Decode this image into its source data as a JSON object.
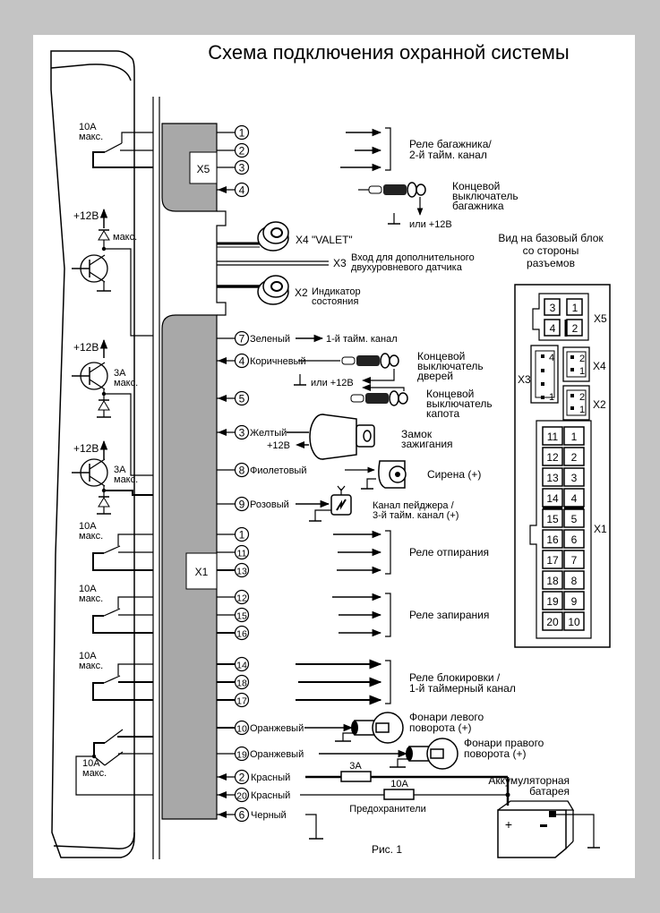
{
  "title": "Схема подключения охранной системы",
  "figure_caption": "Рис. 1",
  "colors": {
    "background": "#c4c4c4",
    "sheet": "#ffffff",
    "block": "#a8a8a8",
    "ink": "#000000"
  },
  "connector_x5": {
    "label": "X5",
    "pins": [
      "1",
      "2",
      "3",
      "4"
    ],
    "target": "Реле багажника/\n2-й тайм. канал",
    "target_lines": [
      "Реле багажника/",
      "2-й тайм. канал"
    ],
    "switch_lines": [
      "Концевой",
      "выключатель",
      "багажника"
    ],
    "ground_or": "или +12В"
  },
  "relay_rating": [
    "10A",
    "макс."
  ],
  "transistor": {
    "plus": "+12В",
    "max": "макс.",
    "rating": [
      "3A",
      "макс."
    ]
  },
  "x4": {
    "label": "X4 \"VALET\""
  },
  "x3": {
    "label": "X3",
    "text_lines": [
      "Вход для дополнительного",
      "двухуровневого датчика"
    ]
  },
  "x2": {
    "label": "X2",
    "text_lines": [
      "Индикатор",
      "состояния"
    ]
  },
  "base_view": {
    "caption_lines": [
      "Вид на базовый блок",
      "со стороны",
      "разъемов"
    ],
    "x5_label": "X5",
    "x5_pins": [
      "3",
      "1",
      "4",
      "2"
    ],
    "x4_label": "X4",
    "x4_pins": [
      "2",
      "1"
    ],
    "x3_label": "X3",
    "x3_pins": [
      "4",
      "1"
    ],
    "x2_label": "X2",
    "x2_pins": [
      "2",
      "1"
    ],
    "x1_label": "X1",
    "x1_left": [
      "11",
      "12",
      "13",
      "14",
      "15",
      "16",
      "17",
      "18",
      "19",
      "20"
    ],
    "x1_right": [
      "1",
      "2",
      "3",
      "4",
      "5",
      "6",
      "7",
      "8",
      "9",
      "10"
    ]
  },
  "wires": [
    {
      "pin": "7",
      "color": "Зеленый",
      "target": "1-й тайм. канал"
    },
    {
      "pin": "4",
      "color": "Коричневый",
      "target_lines": [
        "Концевой",
        "выключатель",
        "дверей"
      ]
    },
    {
      "pin": "5",
      "color": "",
      "target_lines": [
        "Концевой",
        "выключатель",
        "капота"
      ]
    },
    {
      "pin": "3",
      "color": "Желтый",
      "target_lines": [
        "Замок",
        "зажигания"
      ]
    },
    {
      "pin": "8",
      "color": "Фиолетовый",
      "target": "Сирена (+)"
    },
    {
      "pin": "9",
      "color": "Розовый",
      "target_lines": [
        "Канал пейджера /",
        "3-й тайм. канал (+)"
      ]
    }
  ],
  "door_ground_or": "или +12В",
  "ignition_plus": "+12В",
  "connector_x1": {
    "label": "X1",
    "groups": [
      {
        "pins": [
          "1",
          "11",
          "13"
        ],
        "target": "Реле отпирания"
      },
      {
        "pins": [
          "12",
          "15",
          "16"
        ],
        "target": "Реле запирания"
      },
      {
        "pins": [
          "14",
          "18",
          "17"
        ],
        "target_lines": [
          "Реле блокировки /",
          "1-й таймерный канал"
        ]
      }
    ]
  },
  "lights": [
    {
      "pin": "10",
      "color": "Оранжевый",
      "target_lines": [
        "Фонари левого",
        "поворота (+)"
      ]
    },
    {
      "pin": "19",
      "color": "Оранжевый",
      "target_lines": [
        "Фонари правого",
        "поворота (+)"
      ]
    }
  ],
  "power": [
    {
      "pin": "2",
      "color": "Красный",
      "fuse": "3A"
    },
    {
      "pin": "20",
      "color": "Красный",
      "fuse": "10A"
    },
    {
      "pin": "6",
      "color": "Черный"
    }
  ],
  "fuses_label": "Предохранители",
  "battery_lines": [
    "Аккумуляторная",
    "батарея"
  ]
}
